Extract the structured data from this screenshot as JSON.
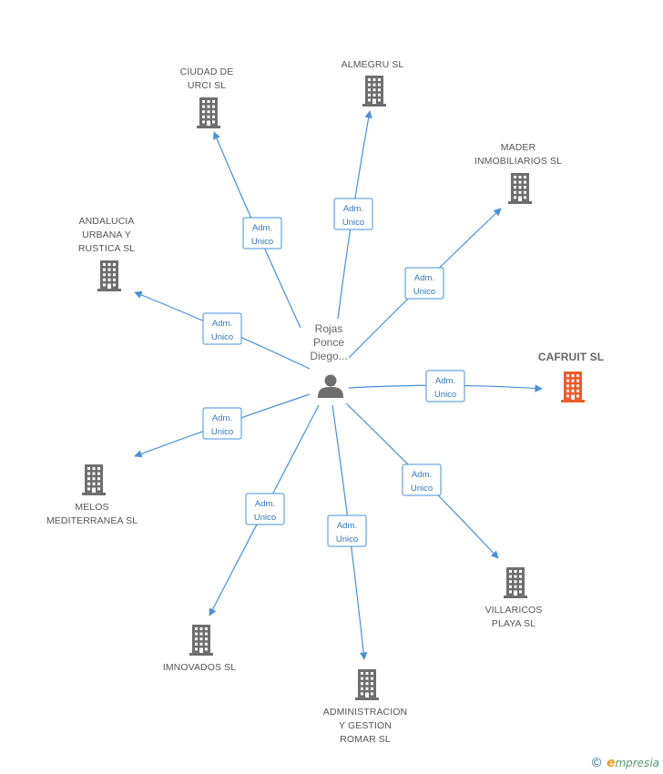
{
  "colors": {
    "edge": "#4a8fd9",
    "building": "#6e6e6e",
    "building_highlight": "#f05a28",
    "person": "#6e6e6e"
  },
  "center": {
    "name_lines": [
      "Rojas",
      "Ponce",
      "Diego..."
    ],
    "icon": "person-icon"
  },
  "nodes": [
    {
      "id": "ciudad",
      "label_lines": [
        "CIUDAD DE",
        "URCI SL"
      ],
      "highlight": false,
      "icon": "building-icon"
    },
    {
      "id": "almegru",
      "label_lines": [
        "ALMEGRU SL"
      ],
      "highlight": false,
      "icon": "building-icon"
    },
    {
      "id": "mader",
      "label_lines": [
        "MADER",
        "INMOBILIARIOS SL"
      ],
      "highlight": false,
      "icon": "building-icon"
    },
    {
      "id": "andalucia",
      "label_lines": [
        "ANDALUCIA",
        "URBANA Y",
        "RUSTICA SL"
      ],
      "highlight": false,
      "icon": "building-icon"
    },
    {
      "id": "cafruit",
      "label_lines": [
        "CAFRUIT SL"
      ],
      "highlight": true,
      "icon": "building-icon"
    },
    {
      "id": "melos",
      "label_lines": [
        "MELOS",
        "MEDITERRANEA SL"
      ],
      "highlight": false,
      "icon": "building-icon"
    },
    {
      "id": "villaricos",
      "label_lines": [
        "VILLARICOS",
        "PLAYA SL"
      ],
      "highlight": false,
      "icon": "building-icon"
    },
    {
      "id": "imnovados",
      "label_lines": [
        "IMNOVADOS SL"
      ],
      "highlight": false,
      "icon": "building-icon"
    },
    {
      "id": "romar",
      "label_lines": [
        "ADMINISTRACION",
        "Y GESTION",
        "ROMAR SL"
      ],
      "highlight": false,
      "icon": "building-icon"
    }
  ],
  "edges": [
    {
      "to": "ciudad",
      "role_lines": [
        "Adm.",
        "Unico"
      ]
    },
    {
      "to": "almegru",
      "role_lines": [
        "Adm.",
        "Unico"
      ]
    },
    {
      "to": "mader",
      "role_lines": [
        "Adm.",
        "Unico"
      ]
    },
    {
      "to": "andalucia",
      "role_lines": [
        "Adm.",
        "Unico"
      ]
    },
    {
      "to": "cafruit",
      "role_lines": [
        "Adm.",
        "Unico"
      ]
    },
    {
      "to": "melos",
      "role_lines": [
        "Adm.",
        "Unico"
      ]
    },
    {
      "to": "villaricos",
      "role_lines": [
        "Adm.",
        "Unico"
      ]
    },
    {
      "to": "imnovados",
      "role_lines": [
        "Adm.",
        "Unico"
      ]
    },
    {
      "to": "romar",
      "role_lines": [
        "Adm.",
        "Unico"
      ]
    }
  ],
  "brand": {
    "copyright": "©",
    "name_first": "e",
    "name_rest": "mpresia"
  }
}
